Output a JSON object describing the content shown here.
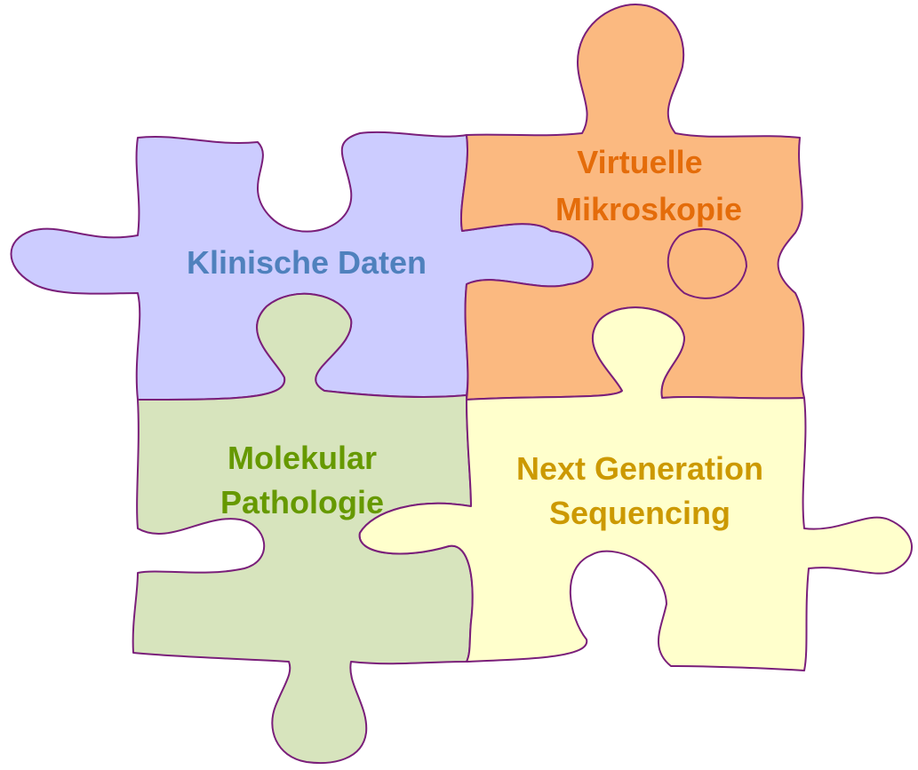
{
  "diagram": {
    "pieces": [
      {
        "id": "klinische-daten",
        "lines": [
          "Klinische Daten"
        ],
        "fill": "#ccccff",
        "text_color": "#4f81bd"
      },
      {
        "id": "virtuelle-mikroskopie",
        "lines": [
          "Virtuelle",
          "Mikroskopie"
        ],
        "fill": "#fbb980",
        "text_color": "#e46c0a"
      },
      {
        "id": "molekular-pathologie",
        "lines": [
          "Molekular",
          "Pathologie"
        ],
        "fill": "#d7e4bd",
        "text_color": "#669900"
      },
      {
        "id": "next-generation-sequencing",
        "lines": [
          "Next Generation",
          "Sequencing"
        ],
        "fill": "#ffffcc",
        "text_color": "#cc9900"
      }
    ],
    "outline_color": "#7a1f7a"
  }
}
